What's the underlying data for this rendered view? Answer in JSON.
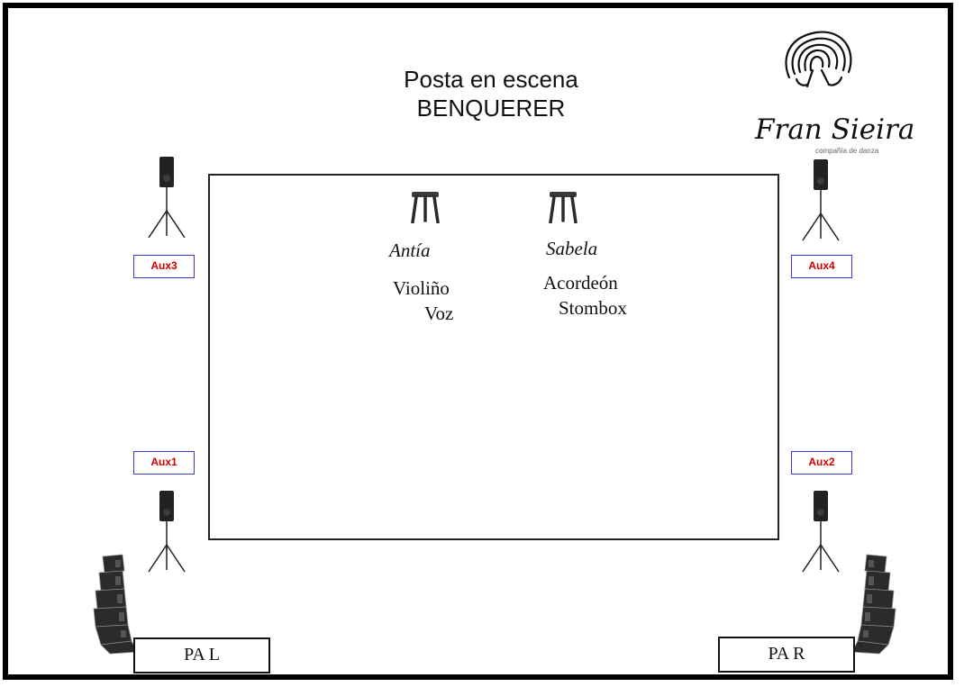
{
  "title": {
    "line1": "Posta en escena",
    "line2": "BENQUERER"
  },
  "logo": {
    "name": "Fran Sieira",
    "subtitle": "compañía de danza"
  },
  "monitors": {
    "aux1": "Aux1",
    "aux2": "Aux2",
    "aux3": "Aux3",
    "aux4": "Aux4"
  },
  "pa": {
    "left": "PA L",
    "right": "PA R"
  },
  "performers": [
    {
      "name": "Antía",
      "instrument_1": "Violiño",
      "instrument_2": "Voz"
    },
    {
      "name": "Sabela",
      "instrument_1": "Acordeón",
      "instrument_2": "Stombox"
    }
  ],
  "colors": {
    "aux_text": "#d40000",
    "aux_border": "#3b3bd0",
    "stage_border": "#222222",
    "frame": "#000000"
  },
  "icons": {
    "stool": "stool-icon",
    "monitor_speaker": "speaker-on-stand-icon",
    "line_array": "line-array-speaker-icon",
    "logo_emblem": "spiral-emblem-icon"
  }
}
